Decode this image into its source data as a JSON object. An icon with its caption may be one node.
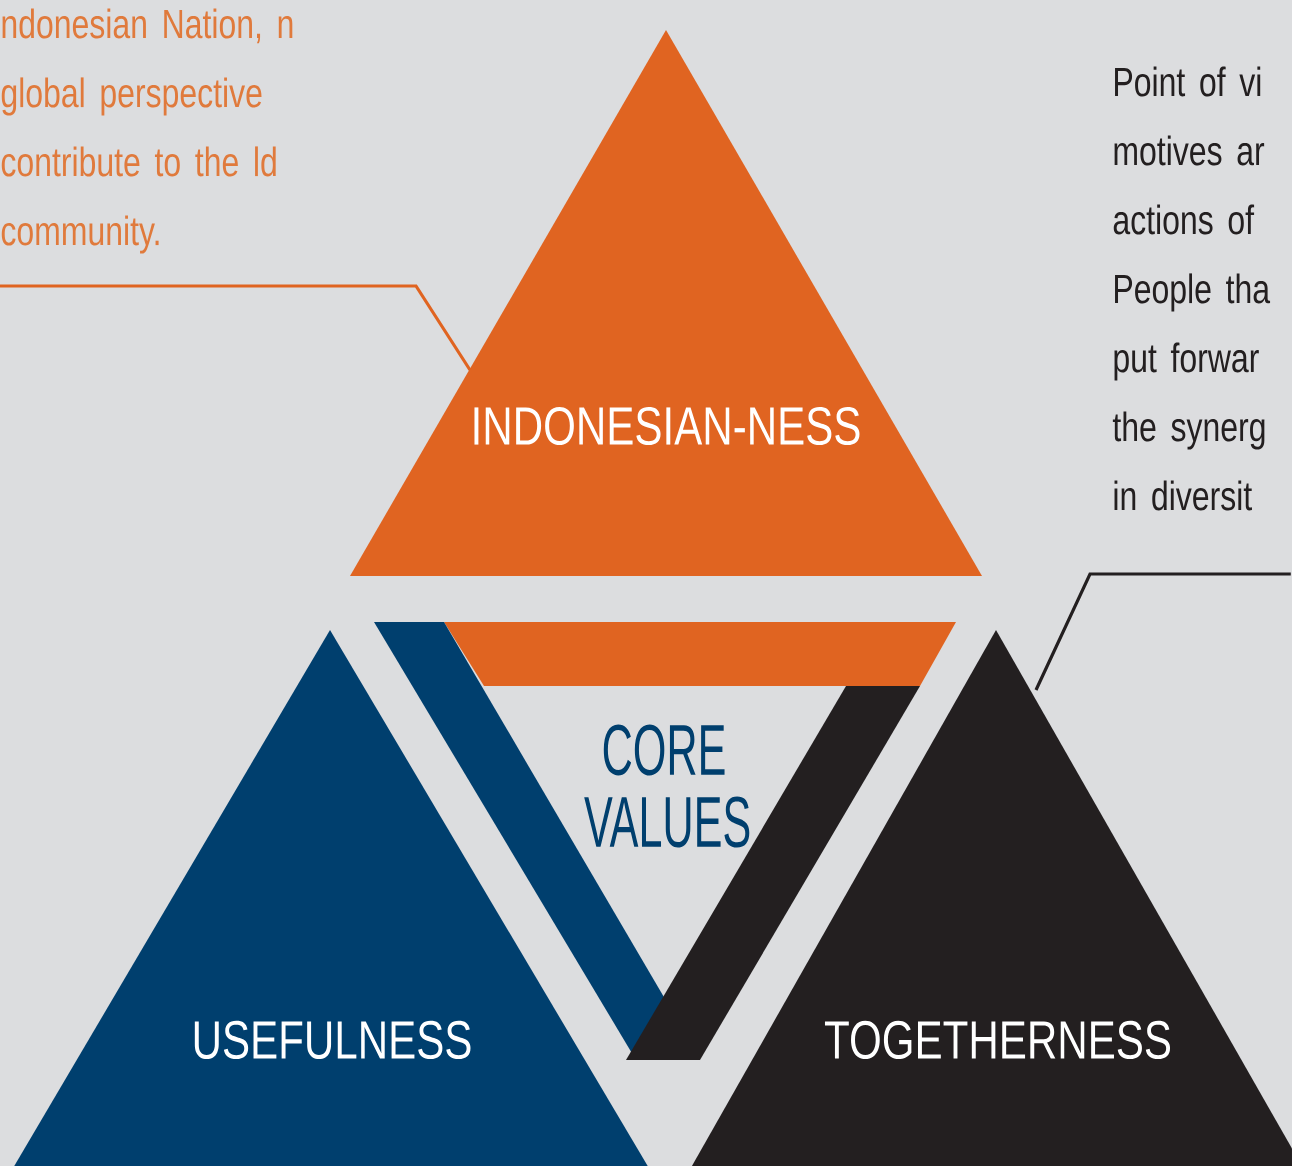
{
  "diagram": {
    "nodes": [
      {
        "text": [
          "ndonesian Nation, n global perspective contribute to the ld community."
        ]
      },
      {
        "text": [
          "INDONESIAN-NESS"
        ]
      },
      {
        "text": [
          "Point of vi motives ar actions of People tha put forwar the synerg in diversit"
        ]
      },
      {
        "text": [
          "CORE VALUES"
        ]
      },
      {
        "text": [
          "USEFULNESS"
        ]
      },
      {
        "text": [
          "TOGETHERNESS"
        ]
      }
    ],
    "edges": [
      {
        "from": 0,
        "to": 1,
        "arrow": "none",
        "color": "#e06421"
      },
      {
        "from": 2,
        "to": 5,
        "arrow": "none",
        "color": "#231f20"
      }
    ]
  }
}
